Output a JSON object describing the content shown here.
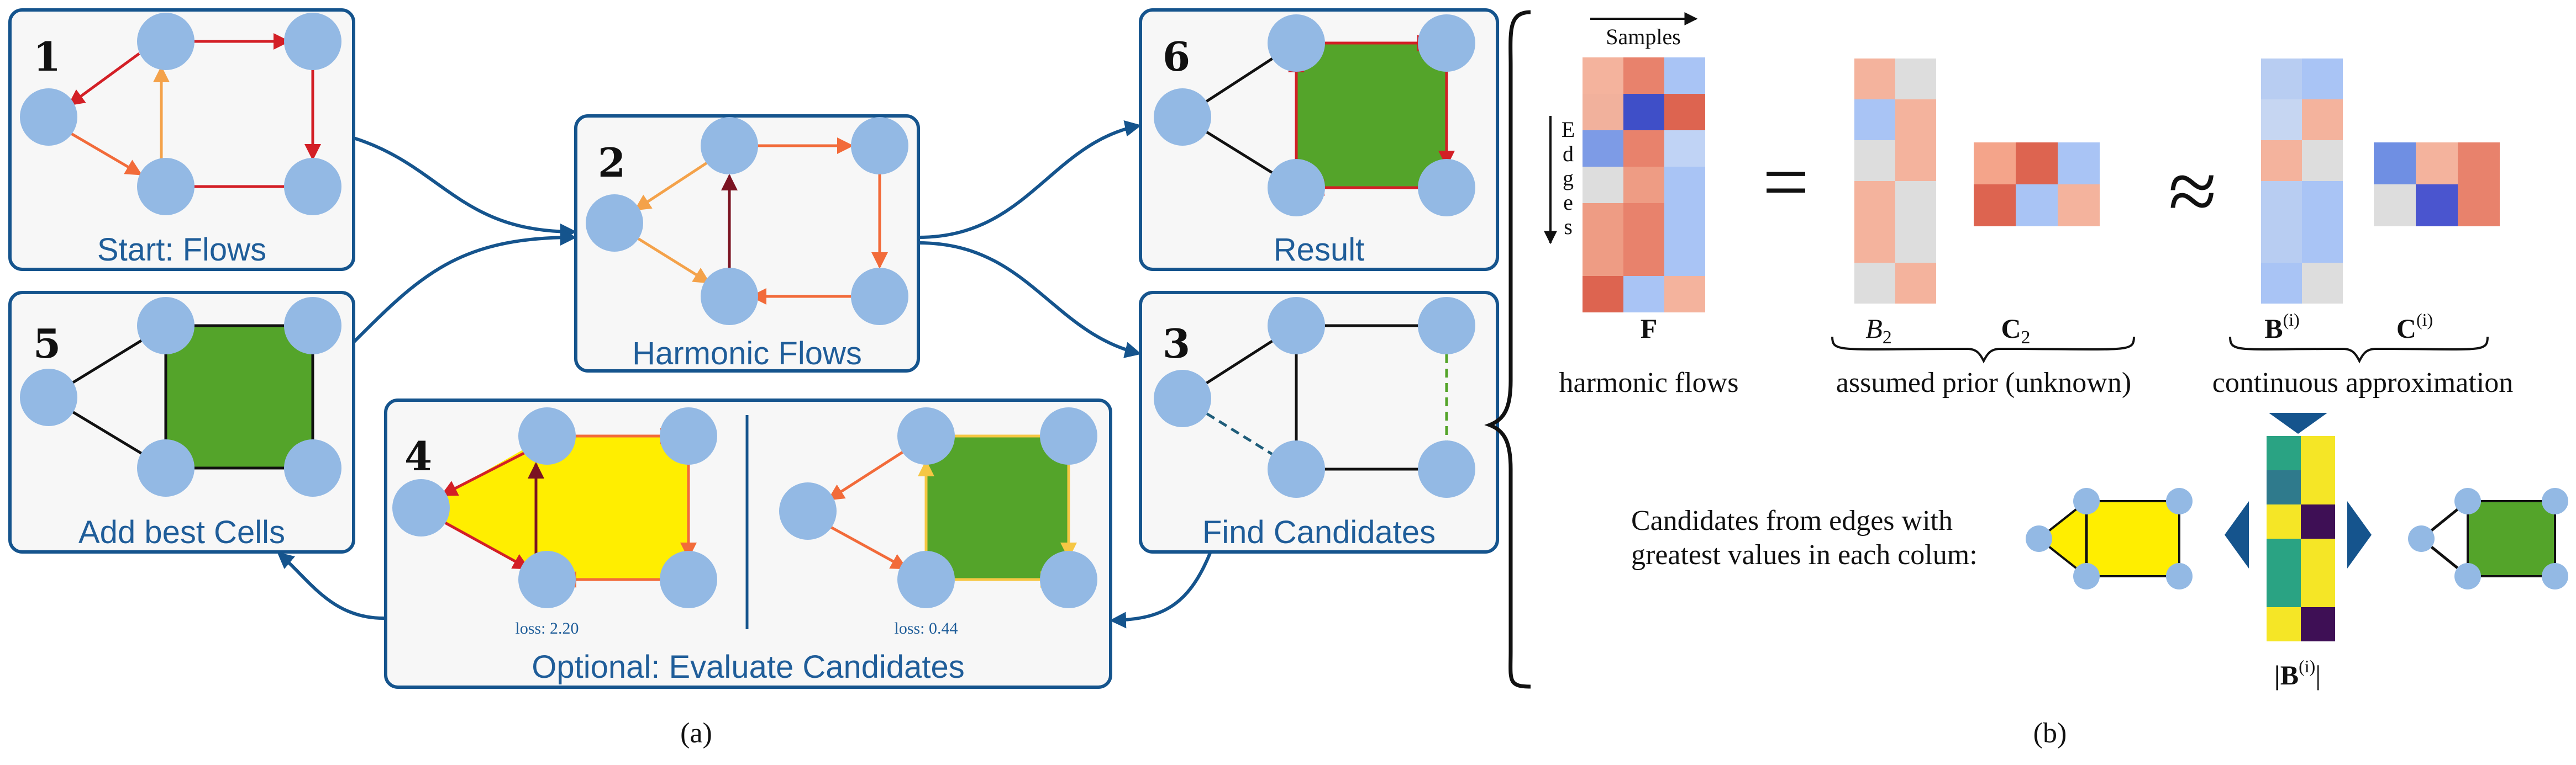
{
  "panels": {
    "p1": {
      "number": "1",
      "caption": "Start: Flows"
    },
    "p2": {
      "number": "2",
      "caption": "Harmonic Flows"
    },
    "p3": {
      "number": "3",
      "caption": "Find Candidates"
    },
    "p4": {
      "number": "4",
      "caption": "Optional: Evaluate Candidates",
      "loss_left": "loss: 2.20",
      "loss_right": "loss: 0.44"
    },
    "p5": {
      "number": "5",
      "caption": "Add best Cells"
    },
    "p6": {
      "number": "6",
      "caption": "Result"
    }
  },
  "subfigure_labels": {
    "a": "(a)",
    "b": "(b)"
  },
  "matrix": {
    "samples_label": "Samples",
    "edges_label": [
      "E",
      "d",
      "g",
      "e",
      "s"
    ],
    "F_label": "F",
    "F_caption": "harmonic flows",
    "B2_label": "B",
    "B2_sub": "2",
    "C2_label": "C",
    "C2_sub": "2",
    "prior_caption": "assumed prior (unknown)",
    "Bi_label": "B",
    "Bi_sup": "(i)",
    "Ci_label": "C",
    "Ci_sup": "(i)",
    "approx_caption": "continuous approximation",
    "absB_label": "|B",
    "absB_sup": "(i)",
    "absB_close": "|",
    "equals": "=",
    "approx": "≈"
  },
  "candidates": {
    "line1": "Candidates from edges with",
    "line2": "greatest values in each colum:"
  },
  "colors": {
    "node": "#93b9e4",
    "frame": "#15548d",
    "caption": "#1f5d99",
    "cell_green": "#54a42a",
    "cell_yellow": "#ffee00",
    "flow_red": "#d31f26",
    "flow_orange": "#f26b3a",
    "flow_light": "#f4a24a",
    "flow_dark": "#7b1322"
  },
  "heatmaps": {
    "F": [
      [
        "#f4b39d",
        "#e8826c",
        "#a9c4f5"
      ],
      [
        "#f1b19c",
        "#3f4fc8",
        "#dd6450"
      ],
      [
        "#7d9be6",
        "#e8826c",
        "#c0d3f5"
      ],
      [
        "#dddddd",
        "#ee9c84",
        "#a9c4f5"
      ],
      [
        "#ee9c84",
        "#e8826c",
        "#a9c4f5"
      ],
      [
        "#ee9c84",
        "#e8826c",
        "#a9c4f5"
      ],
      [
        "#dd6450",
        "#a9c4f5",
        "#f4b39d"
      ]
    ],
    "B2": [
      [
        "#f4b39d",
        "#dddddd"
      ],
      [
        "#a9c4f5",
        "#f4b39d"
      ],
      [
        "#dddddd",
        "#f4b39d"
      ],
      [
        "#f4b39d",
        "#dddddd"
      ],
      [
        "#f4b39d",
        "#dddddd"
      ],
      [
        "#dddddd",
        "#f4b39d"
      ]
    ],
    "C2": [
      [
        "#f4a48a",
        "#dd6450",
        "#a9c4f5"
      ],
      [
        "#dd6450",
        "#a9c4f5",
        "#f4b39d"
      ]
    ],
    "Bi": [
      [
        "#b8cdf2",
        "#a9c4f5"
      ],
      [
        "#c6d6f2",
        "#f4b39d"
      ],
      [
        "#f4b39d",
        "#dddddd"
      ],
      [
        "#b8cdf2",
        "#a9c4f5"
      ],
      [
        "#b8cdf2",
        "#a9c4f5"
      ],
      [
        "#a9c4f5",
        "#dddddd"
      ]
    ],
    "Ci": [
      [
        "#6f8fe3",
        "#f4b39d",
        "#e8826c"
      ],
      [
        "#dddddd",
        "#4a55cf",
        "#e8826c"
      ]
    ],
    "absB": [
      [
        "#2aa383",
        "#f5e626"
      ],
      [
        "#2f7a8c",
        "#f5e626"
      ],
      [
        "#f5e626",
        "#3e0f55"
      ],
      [
        "#2aa383",
        "#f5e626"
      ],
      [
        "#2aa383",
        "#f5e626"
      ],
      [
        "#f5e626",
        "#3e0f55"
      ]
    ]
  }
}
